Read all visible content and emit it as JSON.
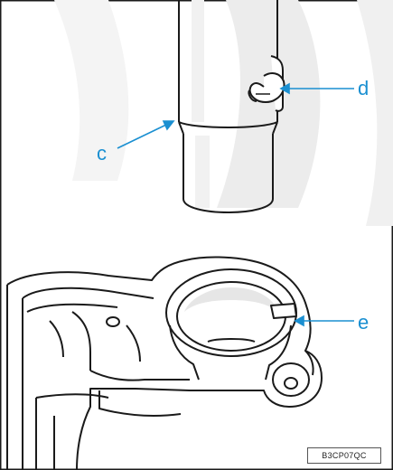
{
  "labels": {
    "c": "c",
    "d": "d",
    "e": "e"
  },
  "reference_code": "B3CP07QC",
  "colors": {
    "callout": "#1a8fd1",
    "outline": "#1a1a1a",
    "shade": "#e9e9e9",
    "background": "#ffffff"
  }
}
